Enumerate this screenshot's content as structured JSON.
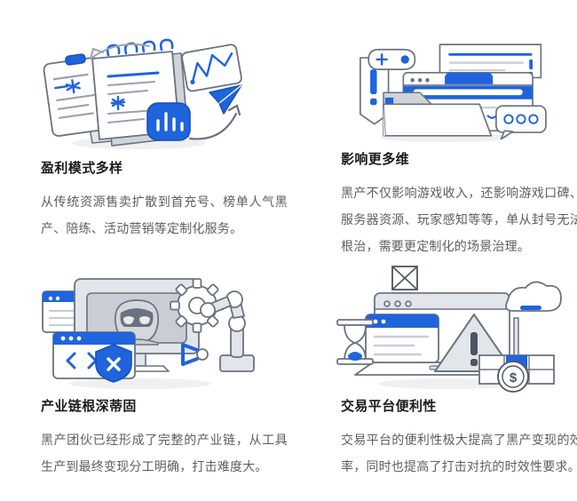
{
  "page": {
    "background": "#ffffff",
    "accent_blue": "#1f64dd",
    "accent_blue_dark": "#1a4fb8",
    "line_gray": "#6b7280",
    "fill_gray": "#d9dde2",
    "title_color": "#1b1b1b",
    "body_color": "#5e5e5e"
  },
  "cards": [
    {
      "id": "profit-models",
      "illustration": "documents-clipboard-chart-illustration",
      "title": "盈利模式多样",
      "body": "从传统资源售卖扩散到首充号、榜单人气黑产、陪练、活动营销等定制化服务。"
    },
    {
      "id": "multi-dimension-impact",
      "illustration": "gamepad-browser-folder-chat-illustration",
      "title": "影响更多维",
      "body": "黑产不仅影响游戏收入，还影响游戏口碑、服务器资源、玩家感知等等，单从封号无法根治，需要更定制化的场景治理。"
    },
    {
      "id": "industry-chain",
      "illustration": "hacker-monitor-gear-robotarm-illustration",
      "title": "产业链根深蒂固",
      "body": "黑产团伙已经形成了完整的产业链，从工具生产到最终变现分工明确，打击难度大。"
    },
    {
      "id": "trading-platform",
      "illustration": "laptop-warning-cloud-money-illustration",
      "title": "交易平台便利性",
      "body": "交易平台的便利性极大提高了黑产变现的效率，同时也提高了打击对抗的时效性要求。"
    }
  ]
}
